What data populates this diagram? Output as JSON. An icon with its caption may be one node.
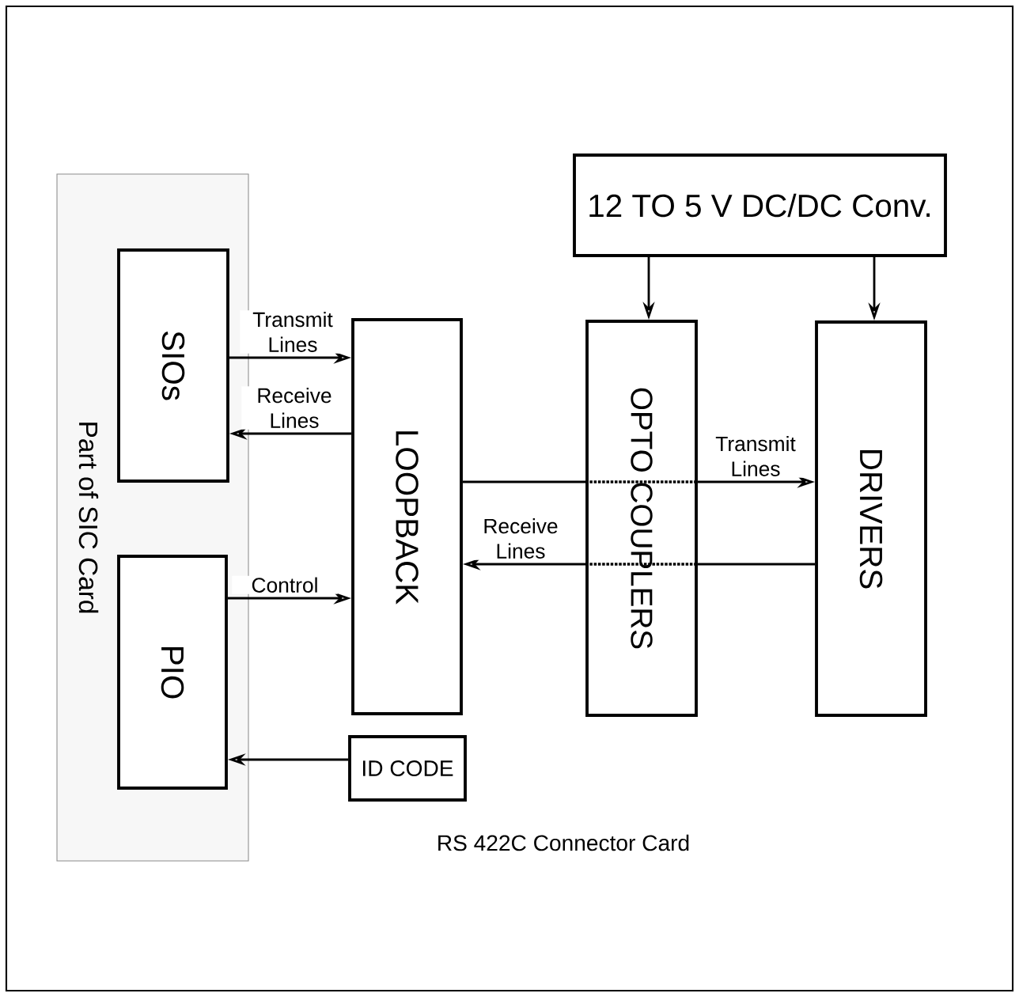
{
  "diagram": {
    "caption": "RS 422C Connector Card",
    "nodes": [
      {
        "text": [
          "Part of SIC Card"
        ]
      },
      {
        "text": [
          "SIOs"
        ],
        "in": 0
      },
      {
        "text": [
          "PIO"
        ],
        "in": 0
      },
      {
        "text": [
          "LOOPBACK"
        ]
      },
      {
        "text": [
          "OPTO COUPLERS"
        ]
      },
      {
        "text": [
          "DRIVERS"
        ]
      },
      {
        "text": [
          "12 TO 5 V DC/DC Conv."
        ]
      },
      {
        "text": [
          "ID CODE"
        ]
      }
    ],
    "edges": [
      {
        "from": 1,
        "to": 3,
        "arrow": "to",
        "label": "Transmit Lines"
      },
      {
        "from": 3,
        "to": 1,
        "arrow": "to",
        "label": "Receive Lines"
      },
      {
        "from": 2,
        "to": 3,
        "arrow": "to",
        "label": "Control"
      },
      {
        "from": 7,
        "to": 2,
        "arrow": "to"
      },
      {
        "from": 6,
        "to": 4,
        "arrow": "to"
      },
      {
        "from": 6,
        "to": 5,
        "arrow": "to"
      },
      {
        "from": 3,
        "to": 4,
        "arrow": "none"
      },
      {
        "from": 4,
        "to": 5,
        "arrow": "to",
        "label": "Transmit Lines"
      },
      {
        "from": 5,
        "to": 4,
        "arrow": "none"
      },
      {
        "from": 4,
        "to": 3,
        "arrow": "to",
        "label": "Receive Lines"
      }
    ]
  }
}
